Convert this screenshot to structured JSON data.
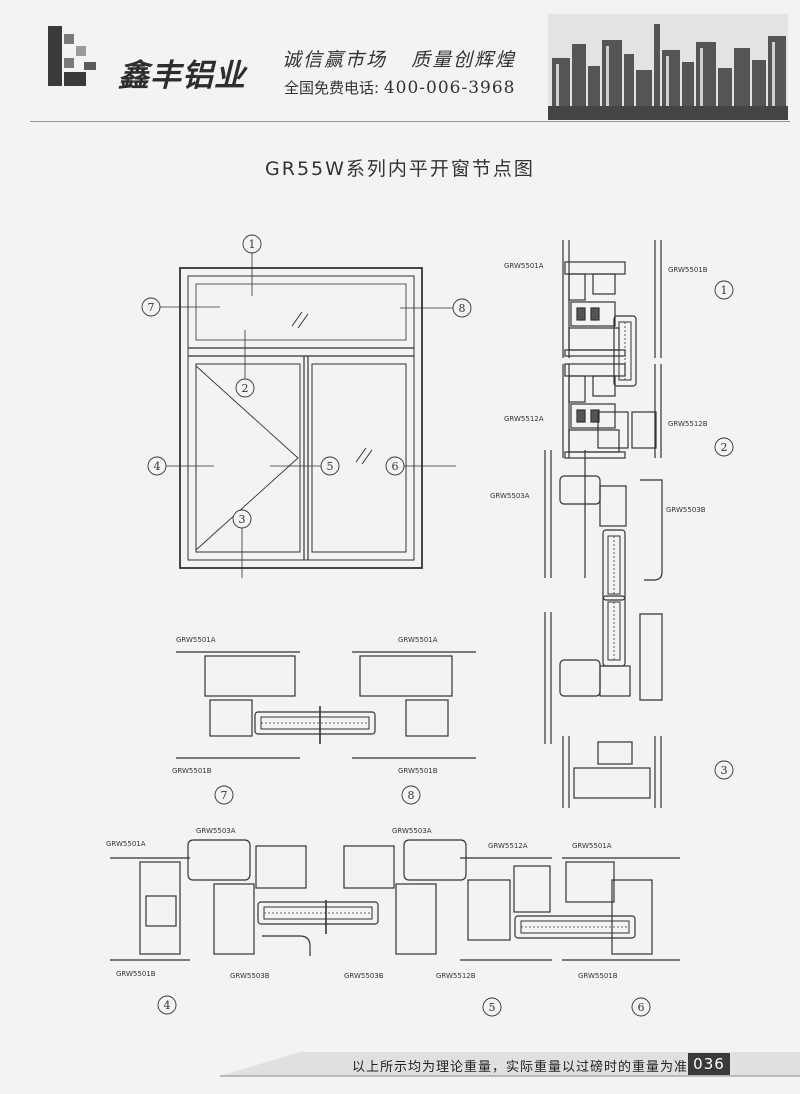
{
  "header": {
    "brand": "鑫丰铝业",
    "slogan": "诚信赢市场   质量创辉煌",
    "hotline_label": "全国免费电话:",
    "hotline_number": "400-006-3968"
  },
  "title": "GR55W系列内平开窗节点图",
  "labels": {
    "a5501": "GRW5501A",
    "b5501": "GRW5501B",
    "a5512": "GRW5512A",
    "b5512": "GRW5512B",
    "a5503": "GRW5503A",
    "b5503": "GRW5503B"
  },
  "nodes": [
    "1",
    "2",
    "3",
    "4",
    "5",
    "6",
    "7",
    "8"
  ],
  "footer": {
    "note": "以上所示均为理论重量，实际重量以过磅时的重量为准",
    "page": "036"
  },
  "colors": {
    "ink": "#333333",
    "page_box": "#3a3a3a"
  }
}
